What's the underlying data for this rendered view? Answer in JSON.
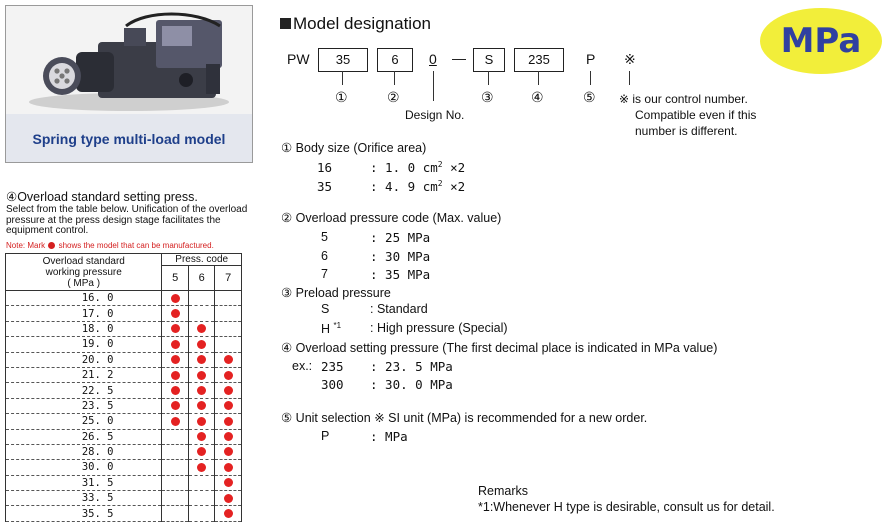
{
  "photo_caption": "Spring type multi-load model",
  "overload_table": {
    "heading": "④Overload standard setting press.",
    "description": "Select from the table below. Unification of the overload pressure at the press design stage facilitates the equipment control.",
    "note_prefix": "Note: Mark",
    "note_suffix": "shows the model that can be manufactured.",
    "col_header_line1": "Overload standard",
    "col_header_line2": "working pressure",
    "col_header_line3": "( MPa )",
    "press_code_header": "Press. code",
    "codes": [
      "5",
      "6",
      "7"
    ],
    "rows": [
      {
        "pressure": "16. 0",
        "marks": [
          true,
          false,
          false
        ]
      },
      {
        "pressure": "17. 0",
        "marks": [
          true,
          false,
          false
        ]
      },
      {
        "pressure": "18. 0",
        "marks": [
          true,
          true,
          false
        ]
      },
      {
        "pressure": "19. 0",
        "marks": [
          true,
          true,
          false
        ]
      },
      {
        "pressure": "20. 0",
        "marks": [
          true,
          true,
          true
        ]
      },
      {
        "pressure": "21. 2",
        "marks": [
          true,
          true,
          true
        ]
      },
      {
        "pressure": "22. 5",
        "marks": [
          true,
          true,
          true
        ]
      },
      {
        "pressure": "23. 5",
        "marks": [
          true,
          true,
          true
        ]
      },
      {
        "pressure": "25. 0",
        "marks": [
          true,
          true,
          true
        ]
      },
      {
        "pressure": "26. 5",
        "marks": [
          false,
          true,
          true
        ]
      },
      {
        "pressure": "28. 0",
        "marks": [
          false,
          true,
          true
        ]
      },
      {
        "pressure": "30. 0",
        "marks": [
          false,
          true,
          true
        ]
      },
      {
        "pressure": "31. 5",
        "marks": [
          false,
          false,
          true
        ]
      },
      {
        "pressure": "33. 5",
        "marks": [
          false,
          false,
          true
        ]
      },
      {
        "pressure": "35. 5",
        "marks": [
          false,
          false,
          true
        ]
      }
    ],
    "mark_color": "#e42222"
  },
  "model_designation": {
    "title": "Model designation",
    "badge": "MPa",
    "badge_color": "#f2ee3a",
    "prefix": "PW",
    "box1": "35",
    "box2": "6",
    "design_no": "0",
    "dash": "—",
    "box3": "S",
    "box4": "235",
    "unit": "P",
    "control_mark": "※",
    "num1": "①",
    "num2": "②",
    "num3": "③",
    "num4": "④",
    "num5": "⑤",
    "design_no_label": "Design No.",
    "control_note_1": "※ is our control number.",
    "control_note_2": "Compatible even if this",
    "control_note_3": "number is different."
  },
  "body_size": {
    "heading": "① Body size (Orifice area)",
    "rows": [
      {
        "code": "16",
        "value": ": 1. 0",
        "unit": "cm",
        "sup": "2",
        "mult": "×2"
      },
      {
        "code": "35",
        "value": ": 4. 9",
        "unit": "cm",
        "sup": "2",
        "mult": "×2"
      }
    ]
  },
  "overload_code": {
    "heading": "② Overload pressure code (Max. value)",
    "rows": [
      {
        "code": "5",
        "value": ": 25 MPa"
      },
      {
        "code": "6",
        "value": ": 30 MPa"
      },
      {
        "code": "7",
        "value": ": 35 MPa"
      }
    ]
  },
  "preload": {
    "heading": "③ Preload pressure",
    "rows": [
      {
        "code": "S",
        "sup": "",
        "value": ": Standard"
      },
      {
        "code": "H",
        "sup": "*1",
        "value": ": High pressure (Special)"
      }
    ]
  },
  "setting": {
    "heading": "④ Overload setting pressure (The first decimal place is indicated in MPa value)",
    "ex_label": "ex.:",
    "rows": [
      {
        "code": "235",
        "value": ": 23. 5 MPa"
      },
      {
        "code": "300",
        "value": ": 30. 0 MPa"
      }
    ]
  },
  "unit_sel": {
    "heading": "⑤ Unit selection ※ SI unit (MPa) is recommended for a new order.",
    "code": "P",
    "value": ": MPa"
  },
  "remarks": {
    "title": "Remarks",
    "text": "*1:Whenever H type is desirable, consult us for detail."
  }
}
